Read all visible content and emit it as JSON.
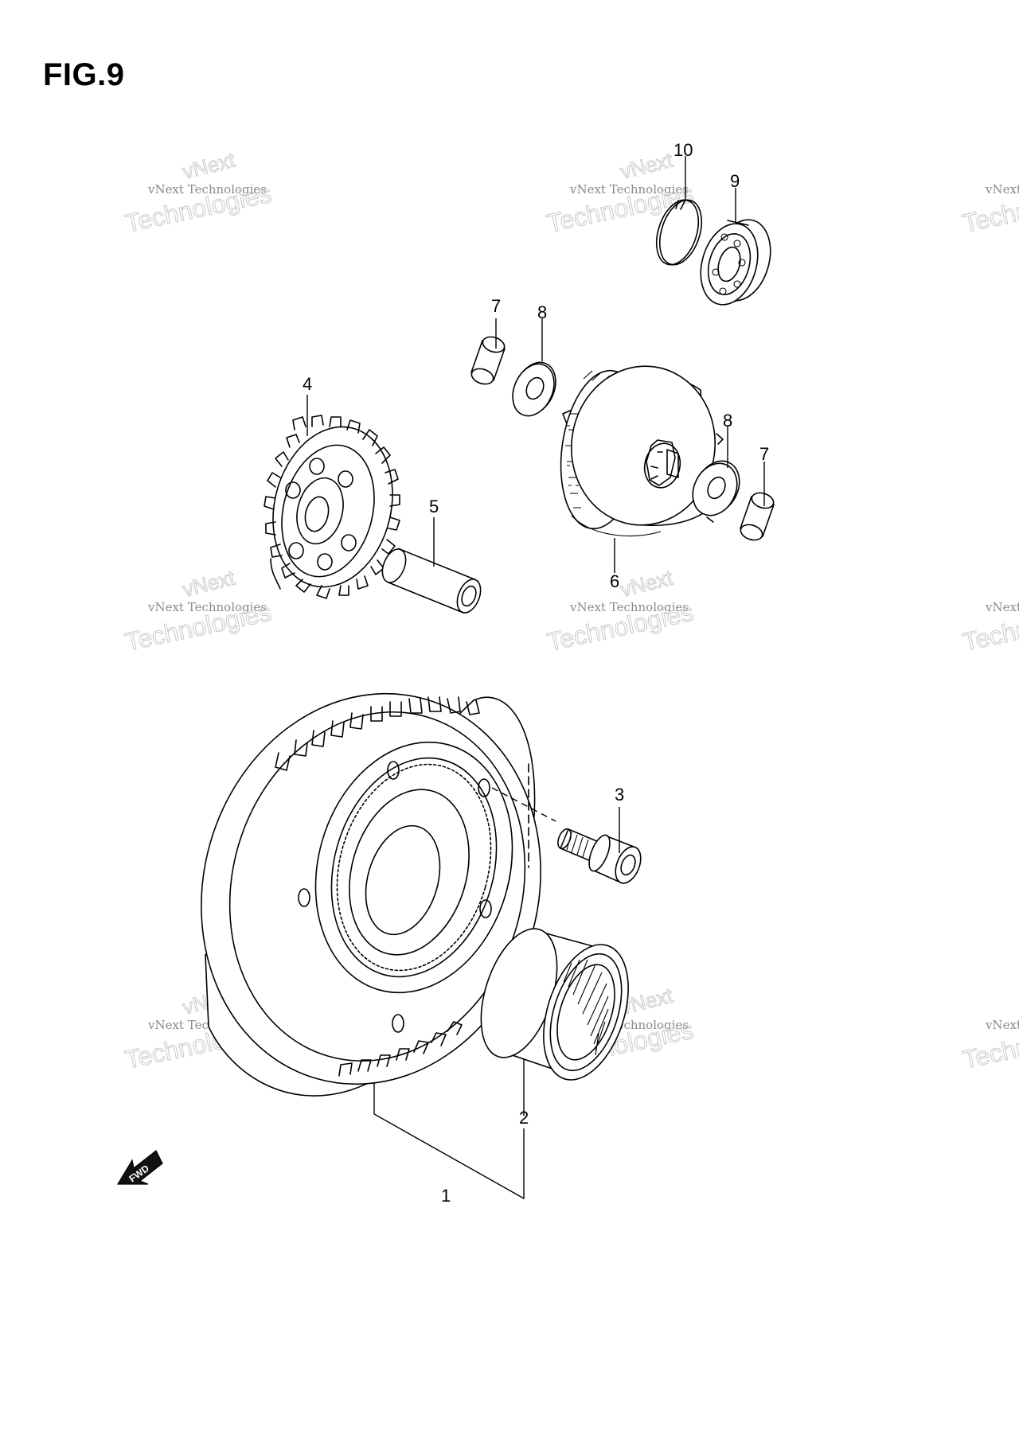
{
  "figure": {
    "title": "FIG.9"
  },
  "callouts": {
    "c1": "1",
    "c2": "2",
    "c3": "3",
    "c4": "4",
    "c5": "5",
    "c6": "6",
    "c7a": "7",
    "c7b": "7",
    "c8a": "8",
    "c8b": "8",
    "c9": "9",
    "c10": "10"
  },
  "watermark": {
    "line1": "vNext Technologies",
    "line2": "vNext",
    "line3": "Technologies"
  },
  "fwd_arrow": {
    "label": "FWD"
  }
}
